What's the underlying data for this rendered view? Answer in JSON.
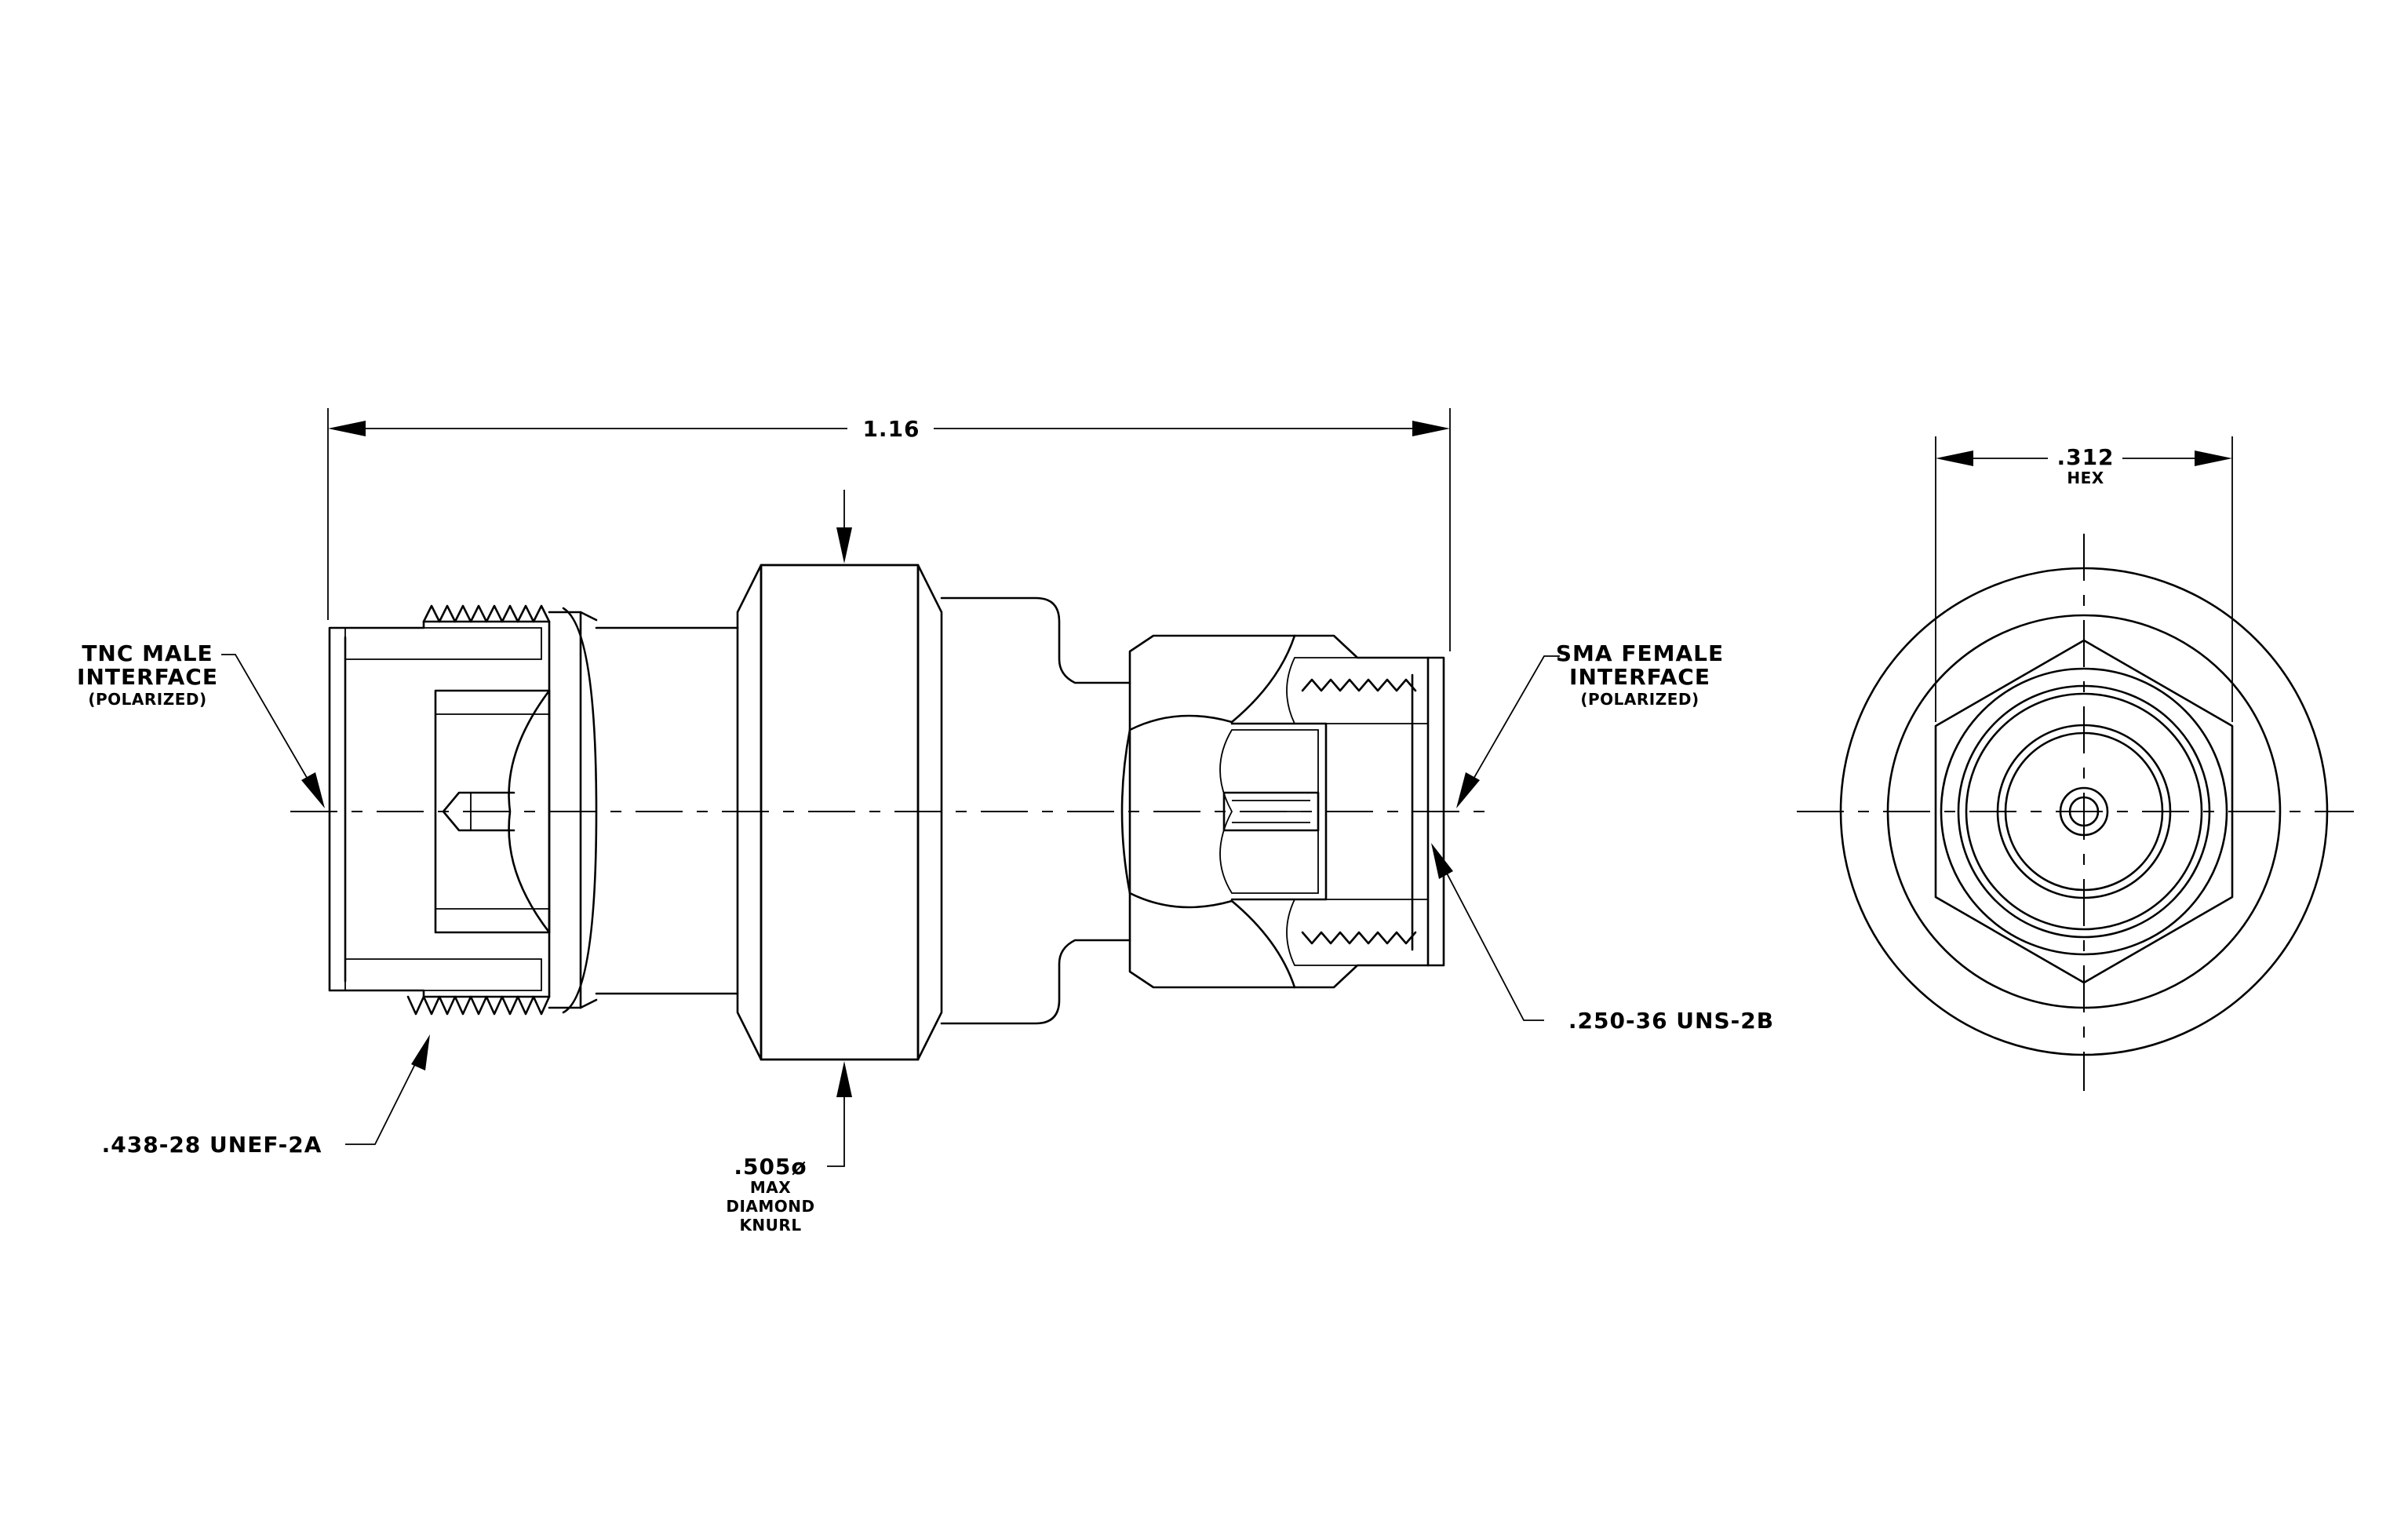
{
  "labels": {
    "overall_length": "1.16",
    "hex_size": ".312",
    "hex_word": "HEX",
    "tnc_line1": "TNC MALE",
    "tnc_line2": "INTERFACE",
    "tnc_line3": "(POLARIZED)",
    "sma_line1": "SMA FEMALE",
    "sma_line2": "INTERFACE",
    "sma_line3": "(POLARIZED)",
    "thread_tnc": ".438-28 UNEF-2A",
    "thread_sma": ".250-36 UNS-2B",
    "knurl_dia": ".505ø",
    "knurl_line2": "MAX",
    "knurl_line3": "DIAMOND",
    "knurl_line4": "KNURL"
  },
  "colors": {
    "ink": "#000000",
    "paper": "#ffffff"
  }
}
